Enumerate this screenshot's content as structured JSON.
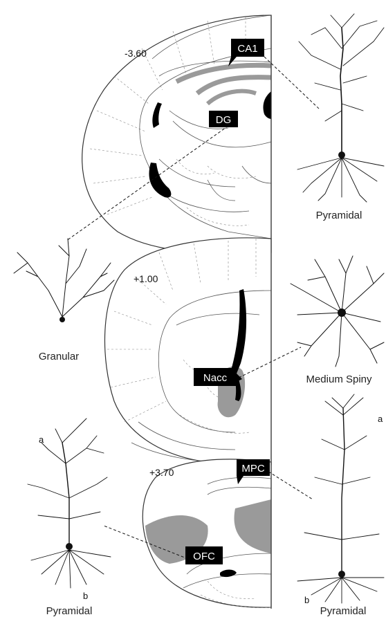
{
  "sections": [
    {
      "id": "posterior",
      "coordinate": "-3.60"
    },
    {
      "id": "middle",
      "coordinate": "+1.00"
    },
    {
      "id": "anterior",
      "coordinate": "+3.70"
    }
  ],
  "regions": {
    "ca1": "CA1",
    "dg": "DG",
    "nacc": "Nacc",
    "mpc": "MPC",
    "ofc": "OFC"
  },
  "neurons": {
    "ca1_neuron": "Pyramidal",
    "dg_neuron": "Granular",
    "nacc_neuron": "Medium Spiny",
    "ofc_neuron": "Pyramidal",
    "mpc_neuron": "Pyramidal"
  },
  "markers": {
    "ofc_a": "a",
    "ofc_b": "b",
    "mpc_a": "a",
    "mpc_b": "b"
  },
  "colors": {
    "region_fill": "#9a9a9a",
    "label_bg": "#000000",
    "label_text": "#ffffff"
  }
}
